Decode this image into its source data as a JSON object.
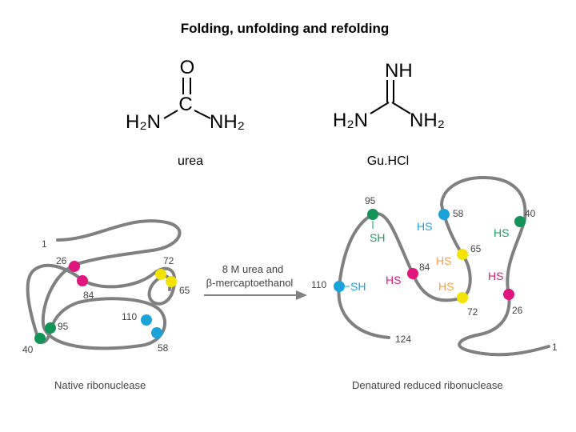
{
  "title": "Folding, unfolding and refolding",
  "molecules": {
    "urea": {
      "label": "urea",
      "atoms": {
        "o": "O",
        "c": "C",
        "left": "H₂N",
        "right": "NH₂"
      }
    },
    "guhcl": {
      "label": "Gu.HCl",
      "atoms": {
        "top": "NH",
        "left": "H₂N",
        "right": "NH₂"
      }
    }
  },
  "native": {
    "caption": "Native ribonuclease",
    "residues": {
      "r1": "1",
      "r26": "26",
      "r84": "84",
      "r72": "72",
      "r65": "65",
      "r95": "95",
      "r40": "40",
      "r110": "110",
      "r58": "58"
    }
  },
  "arrow": {
    "line1": "8  M urea and",
    "line2": "β-mercaptoethanol"
  },
  "denatured": {
    "caption": "Denatured reduced ribonuclease",
    "residues": {
      "r95": "95",
      "r58": "58",
      "r40": "40",
      "r65": "65",
      "r84": "84",
      "r110": "110",
      "r72": "72",
      "r26": "26",
      "r124": "124",
      "r1": "1"
    },
    "thiols": {
      "sh": "SH",
      "hs": "HS"
    }
  },
  "colors": {
    "chain": "#808080",
    "magenta": "#e0157e",
    "yellow": "#f2e400",
    "green": "#119456",
    "cyan": "#1aa3d9",
    "label_gray": "#444444",
    "thiol_green": "#15a060",
    "thiol_cyan": "#1aa3d9",
    "thiol_magenta": "#d61c78",
    "thiol_orange": "#f2a050"
  }
}
